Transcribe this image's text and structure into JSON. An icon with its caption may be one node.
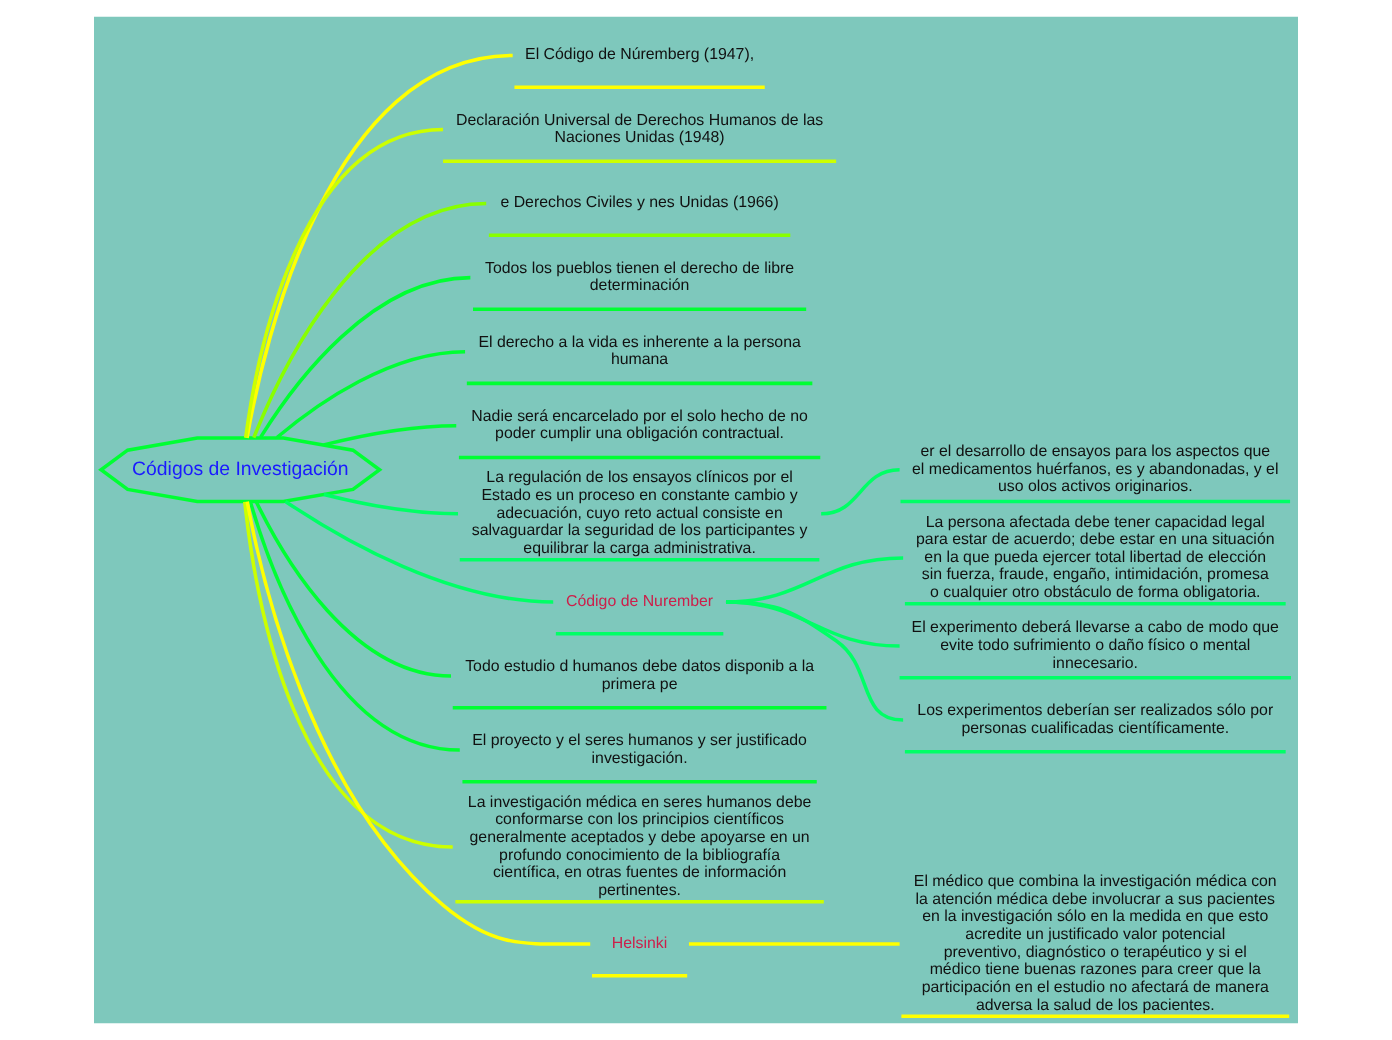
{
  "diagram": {
    "nodes": [
      {
        "text": [
          "Códigos de Investigación"
        ]
      },
      {
        "text": [
          "El Código de Núremberg (1947),"
        ]
      },
      {
        "text": [
          "Declaración Universal de Derechos Humanos de las Naciones Unidas (1948)"
        ]
      },
      {
        "text": [
          "e Derechos Civiles y nes Unidas (1966)"
        ]
      },
      {
        "text": [
          "Todos los pueblos tienen el derecho de libre determinación"
        ]
      },
      {
        "text": [
          "El derecho a la vida es inherente a la persona humana"
        ]
      },
      {
        "text": [
          "Nadie será encarcelado por el solo hecho de no poder cumplir una obligación contractual."
        ]
      },
      {
        "text": [
          "La regulación de los ensayos clínicos por el Estado es un proceso en constante cambio y adecuación, cuyo reto actual consiste en salvaguardar la seguridad de los participantes y equilibrar la carga administrativa."
        ]
      },
      {
        "text": [
          "er el desarrollo de ensayos para los aspectos que el medicamentos huérfanos, es y abandonadas, y el uso olos activos originarios."
        ]
      },
      {
        "text": [
          "Código de Nurember"
        ]
      },
      {
        "text": [
          "La persona afectada debe tener capacidad legal para estar de acuerdo; debe estar en una situación en la que pueda ejercer total libertad de elección sin fuerza, fraude, engaño, intimidación, promesa o cualquier otro obstáculo de forma obligatoria."
        ]
      },
      {
        "text": [
          "El experimento deberá llevarse a cabo de modo que evite todo sufrimiento o daño físico o mental innecesario."
        ]
      },
      {
        "text": [
          "Los experimentos deberían ser realizados sólo por personas cualificadas científicamente."
        ]
      },
      {
        "text": [
          "Todo estudio d humanos debe datos disponib a la primera pe"
        ]
      },
      {
        "text": [
          "El proyecto y el seres humanos y ser justificado investigación."
        ]
      },
      {
        "text": [
          "La investigación médica en seres humanos debe conformarse con los principios científicos generalmente aceptados y debe apoyarse en un profundo conocimiento de la bibliografía científica, en otras fuentes de información pertinentes."
        ]
      },
      {
        "text": [
          "Helsinki"
        ]
      },
      {
        "text": [
          "El médico que combina la investigación médica con la atención médica debe involucrar a sus pacientes en la investigación sólo en la medida en que esto acredite un justificado valor potencial preventivo, diagnóstico o terapéutico y si el médico tiene buenas razones para creer que la participación en el estudio no afectará de manera adversa la salud de los pacientes."
        ]
      }
    ],
    "edges": [
      {
        "from": 0,
        "to": 1,
        "arrow": "none",
        "color": "#ffff00"
      },
      {
        "from": 0,
        "to": 2,
        "arrow": "none",
        "color": "#ccff00"
      },
      {
        "from": 0,
        "to": 3,
        "arrow": "none",
        "color": "#88ff00"
      },
      {
        "from": 0,
        "to": 4,
        "arrow": "none"
      },
      {
        "from": 0,
        "to": 5,
        "arrow": "none"
      },
      {
        "from": 0,
        "to": 6,
        "arrow": "none"
      },
      {
        "from": 0,
        "to": 7,
        "arrow": "none",
        "color": "#00ff66"
      },
      {
        "from": 7,
        "to": 8,
        "arrow": "none",
        "color": "#00ff66"
      },
      {
        "from": 0,
        "to": 9,
        "arrow": "none",
        "color": "#00ff66"
      },
      {
        "from": 9,
        "to": 10,
        "arrow": "none",
        "color": "#00ff66"
      },
      {
        "from": 9,
        "to": 11,
        "arrow": "none",
        "color": "#00ff66"
      },
      {
        "from": 9,
        "to": 12,
        "arrow": "none",
        "color": "#00ff66"
      },
      {
        "from": 0,
        "to": 13,
        "arrow": "none"
      },
      {
        "from": 0,
        "to": 14,
        "arrow": "none"
      },
      {
        "from": 0,
        "to": 15,
        "arrow": "none",
        "color": "#ccff00"
      },
      {
        "from": 0,
        "to": 16,
        "arrow": "none",
        "color": "#ffff00"
      },
      {
        "from": 16,
        "to": 17,
        "arrow": "none",
        "color": "#ffff00"
      }
    ]
  }
}
